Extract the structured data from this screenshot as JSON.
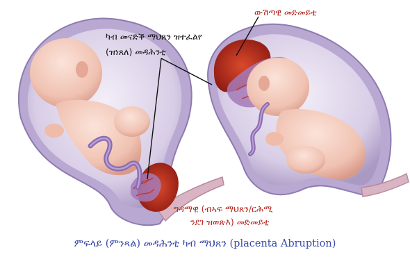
{
  "labels": {
    "placenta_line1": "ካብ መናድቕ ማህጸን ዝተፈልየ",
    "placenta_line2": "(ዝነጸለ) መዳሕንቲ",
    "internal_bleeding": "ውሽጣዊ መድመይቲ",
    "external_line1": "ግዳማዊ  (ብኣፍ ማህጸን/ርሕሚ",
    "external_line2": "ንደገ ዝወጽእ) መድመይቲ"
  },
  "caption": "ምፍላይ (ምንጻል) መዳሕንቲ ካብ ማህጸን (placenta Abruption)",
  "colors": {
    "blood": "#b3261e",
    "caption": "#3a4aa8",
    "skin": "#f2c6b8",
    "womb": "#c9b8d8",
    "cord": "#8a6bb0"
  }
}
